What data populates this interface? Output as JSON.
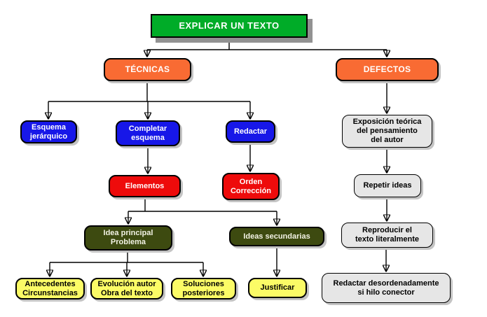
{
  "diagram": {
    "title": "EXPLICAR UN TEXTO",
    "palette": {
      "background": "#FFFFFF",
      "title_green": "#00AC28",
      "branch_orange": "#F96B33",
      "technique_blue": "#1717E8",
      "step_red": "#EE0B0B",
      "idea_olive": "#3D4A10",
      "detail_yellow": "#FBFB66",
      "defect_gray": "#E6E6E6",
      "connector_black": "#000000",
      "shadow_gray": "#929292"
    },
    "nodes": {
      "explicar_un_texto": "EXPLICAR UN TEXTO",
      "tecnicas": "TÉCNICAS",
      "defectos": "DEFECTOS",
      "esquema_jerarquico": "Esquema\njerárquico",
      "completar_esquema": "Completar\nesquema",
      "redactar": "Redactar",
      "elementos": "Elementos",
      "orden_correccion": "Orden\nCorrección",
      "idea_principal_problema": "Idea principal\nProblema",
      "ideas_secundarias": "Ideas secundarias",
      "antecedentes_circunstancias": "Antecedentes\nCircunstancias",
      "evolucion_autor_obra": "Evolución autor\nObra del texto",
      "soluciones_posteriores": "Soluciones\nposteriores",
      "justificar": "Justificar",
      "exposicion_teorica": "Exposición teórica\ndel pensamiento\ndel autor",
      "repetir_ideas": "Repetir ideas",
      "reproducir_texto": "Reproducir el\ntexto literalmente",
      "redactar_desordenadamente": "Redactar desordenadamente\nsi hilo conector"
    },
    "edges": [
      {
        "from": "explicar_un_texto",
        "to": "tecnicas"
      },
      {
        "from": "explicar_un_texto",
        "to": "defectos"
      },
      {
        "from": "tecnicas",
        "to": "esquema_jerarquico"
      },
      {
        "from": "tecnicas",
        "to": "completar_esquema"
      },
      {
        "from": "tecnicas",
        "to": "redactar"
      },
      {
        "from": "completar_esquema",
        "to": "elementos"
      },
      {
        "from": "redactar",
        "to": "orden_correccion"
      },
      {
        "from": "elementos",
        "to": "idea_principal_problema"
      },
      {
        "from": "elementos",
        "to": "ideas_secundarias"
      },
      {
        "from": "idea_principal_problema",
        "to": "antecedentes_circunstancias"
      },
      {
        "from": "idea_principal_problema",
        "to": "evolucion_autor_obra"
      },
      {
        "from": "idea_principal_problema",
        "to": "soluciones_posteriores"
      },
      {
        "from": "ideas_secundarias",
        "to": "justificar"
      },
      {
        "from": "defectos",
        "to": "exposicion_teorica"
      },
      {
        "from": "exposicion_teorica",
        "to": "repetir_ideas"
      },
      {
        "from": "repetir_ideas",
        "to": "reproducir_texto"
      },
      {
        "from": "reproducir_texto",
        "to": "redactar_desordenadamente"
      }
    ]
  }
}
